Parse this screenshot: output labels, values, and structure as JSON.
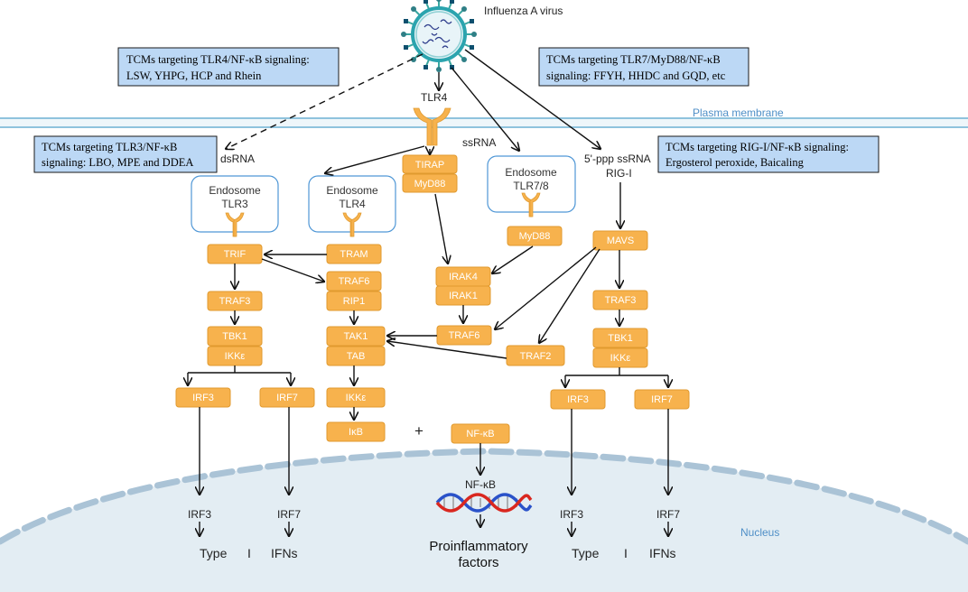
{
  "virus_label": "Influenza A virus",
  "membrane_label": "Plasma membrane",
  "nucleus_label": "Nucleus",
  "callouts": {
    "tlr4": [
      "TCMs targeting TLR4/NF-κB signaling:",
      "LSW, YHPG, HCP and Rhein"
    ],
    "tlr7": [
      "TCMs targeting TLR7/MyD88/NF-κB",
      "signaling: FFYH, HHDC and GQD, etc"
    ],
    "tlr3": [
      "TCMs targeting TLR3/NF-κB",
      "signaling: LBO, MPE and DDEA"
    ],
    "rigi": [
      "TCMs targeting RIG-I/NF-κB signaling:",
      "Ergosterol peroxide, Baicaling"
    ]
  },
  "labels": {
    "tlr4_surface": "TLR4",
    "dsrna": "dsRNA",
    "ssrna": "ssRNA",
    "ppp_ssrna": "5'-ppp ssRNA",
    "rig_i": "RIG-I",
    "plus": "+",
    "nfkb_nucleus": "NF-κB",
    "irf3_left": "IRF3",
    "irf7_left": "IRF7",
    "irf3_right": "IRF3",
    "irf7_right": "IRF7",
    "type_left": "Type",
    "roman_left": "I",
    "ifns_left": "IFNs",
    "type_right": "Type",
    "roman_right": "I",
    "ifns_right": "IFNs",
    "proinflammatory": "Proinflammatory",
    "factors": "factors"
  },
  "endosomes": {
    "tlr3": [
      "Endosome",
      "TLR3"
    ],
    "tlr4": [
      "Endosome",
      "TLR4"
    ],
    "tlr78": [
      "Endosome",
      "TLR7/8"
    ]
  },
  "nodes": {
    "tirap": "TIRAP",
    "myd88_a": "MyD88",
    "myd88_b": "MyD88",
    "trif": "TRIF",
    "tram": "TRAM",
    "traf6_a": "TRAF6",
    "rip1": "RIP1",
    "traf3_left": "TRAF3",
    "tbk1_left": "TBK1",
    "ikke_left": "IKKε",
    "irf3_left": "IRF3",
    "irf7_left": "IRF7",
    "tak1": "TAK1",
    "tab": "TAB",
    "ikke_mid": "IKKε",
    "ikb": "IκB",
    "irak4": "IRAK4",
    "irak1": "IRAK1",
    "traf6_b": "TRAF6",
    "mavs": "MAVS",
    "traf2": "TRAF2",
    "traf3_right": "TRAF3",
    "tbk1_right": "TBK1",
    "ikke_right": "IKKε",
    "irf3_right": "IRF3",
    "irf7_right": "IRF7",
    "nfkb": "NF-κB"
  }
}
